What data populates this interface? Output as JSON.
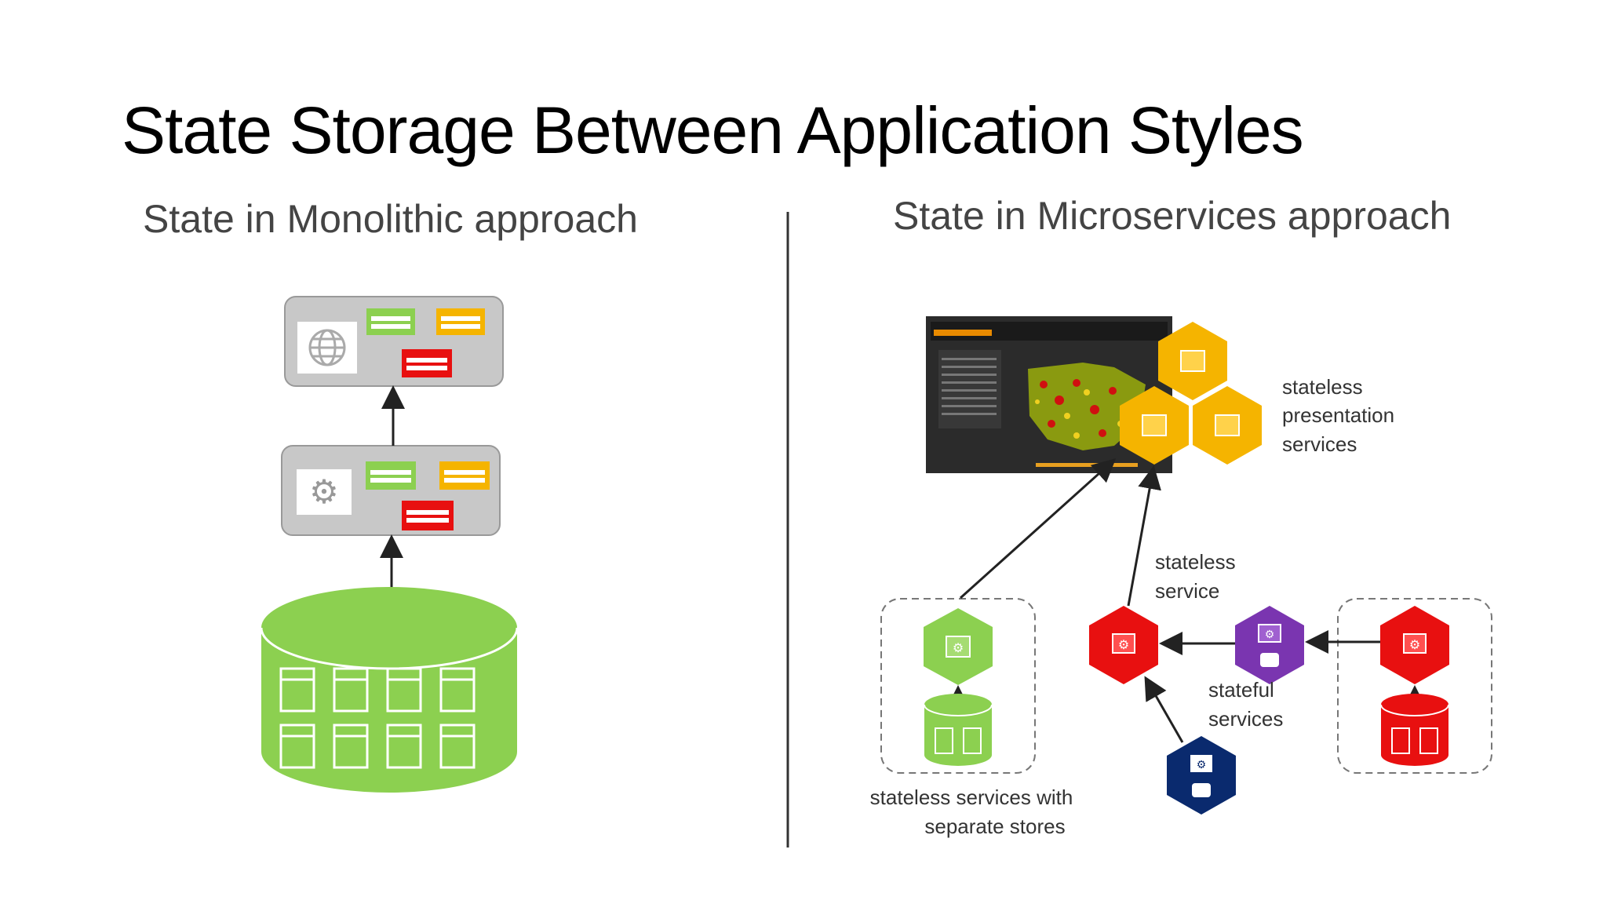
{
  "title": "State Storage Between Application Styles",
  "monolithic": {
    "subtitle": "State in Monolithic approach"
  },
  "microservices": {
    "subtitle": "State in Microservices approach",
    "labels": {
      "presentation": [
        "stateless",
        "presentation",
        "services"
      ],
      "stateless_service": [
        "stateless",
        "service"
      ],
      "stateful": [
        "stateful",
        "services"
      ],
      "separate_stores": [
        "stateless services with",
        "separate stores"
      ]
    }
  },
  "colors": {
    "green": "#8cd050",
    "yellow": "#f5b400",
    "red": "#e81010",
    "purple": "#7a35b0",
    "navy": "#0a2a6e",
    "gray": "#c8c8c8"
  }
}
